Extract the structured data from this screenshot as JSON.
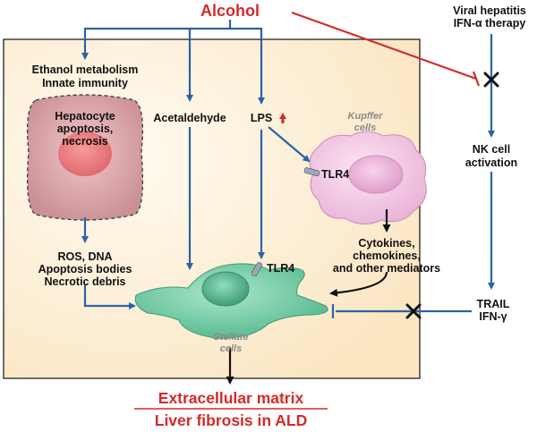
{
  "title": "Alcohol",
  "viral": {
    "line1": "Viral hepatitis",
    "line2": "IFN-α therapy"
  },
  "ethanol": {
    "line1": "Ethanol metabolism",
    "line2": "Innate immunity"
  },
  "hepatocyte": {
    "line1": "Hepatocyte",
    "line2": "apoptosis,",
    "line3": "necrosis"
  },
  "acetaldehyde": "Acetaldehyde",
  "lps": "LPS",
  "kupffer": {
    "line1": "Kupffer",
    "line2": "cells"
  },
  "tlr4_kupffer": "TLR4",
  "tlr4_stellate": "TLR4",
  "nk": {
    "line1": "NK cell",
    "line2": "activation"
  },
  "cytokines": {
    "line1": "Cytokines,",
    "line2": "chemokines,",
    "line3": "and other mediators"
  },
  "ros": {
    "line1": "ROS, DNA",
    "line2": "Apoptosis bodies",
    "line3": "Necrotic debris"
  },
  "trail": {
    "line1": "TRAIL",
    "line2": "IFN-γ"
  },
  "stellate": {
    "line1": "Stellate",
    "line2": "cells"
  },
  "outcome": {
    "line1": "Extracellular matrix",
    "line2": "Liver fibrosis in ALD"
  },
  "colors": {
    "arrow_blue": "#2a63a8",
    "inhibit_red": "#d42a2a",
    "panel_fill": "#fdf1dc",
    "stellate_green": "#6cc9a2",
    "kupffer_pink": "#f3c4e4",
    "hepatocyte_rose": "#d8a0a8"
  }
}
